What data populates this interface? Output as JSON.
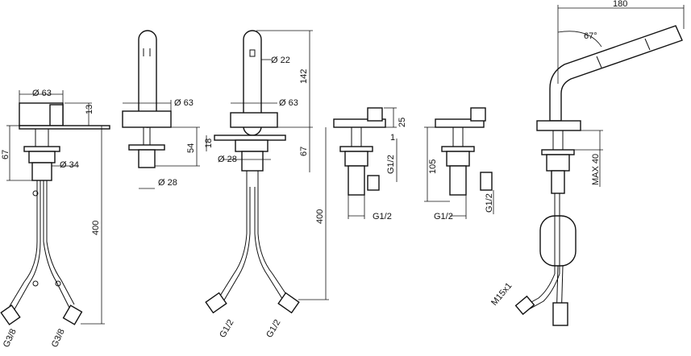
{
  "view_left": {
    "dia_top": "Ø 63",
    "dim_top": "13",
    "dim_body": "67",
    "dia_shank": "Ø 34",
    "dim_hose": "400",
    "thread_a": "G3/8",
    "thread_b": "G3/8"
  },
  "view_spout_side": {
    "dia_base": "Ø 63",
    "dim_height": "54",
    "dia_shank": "Ø 28"
  },
  "view_spout_front": {
    "dia_outlet": "Ø 22",
    "dim_spout": "142",
    "dia_base": "Ø 63",
    "dim_plate": "18",
    "dia_shank": "Ø 28",
    "dim_body": "67",
    "dim_hose": "400",
    "thread_a": "G1/2",
    "thread_b": "G1/2"
  },
  "view_valve_1": {
    "dim_top": "25",
    "dim_gap": "1",
    "thread_side": "G1/2",
    "thread_bottom": "G1/2"
  },
  "view_valve_2": {
    "dim_height": "105",
    "thread_bottom": "G1/2",
    "thread_side": "G1/2"
  },
  "view_handshower": {
    "dim_width": "180",
    "angle": "67°",
    "dim_max": "MAX 40",
    "thread": "M15x1"
  }
}
